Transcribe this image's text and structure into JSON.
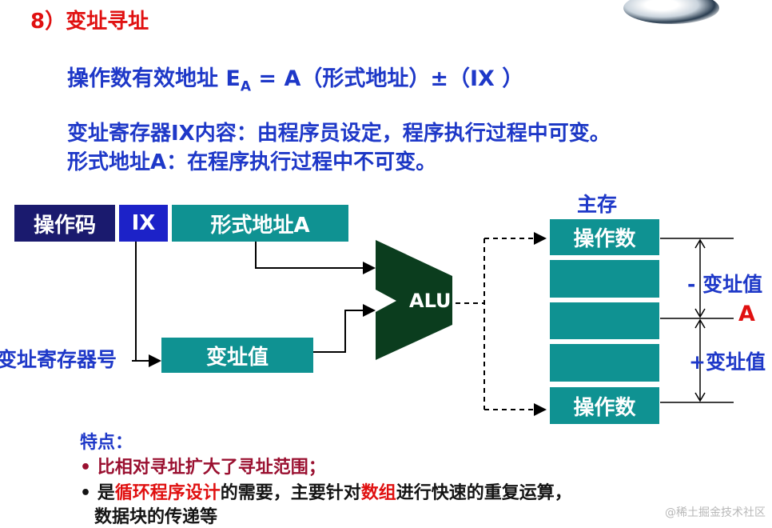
{
  "title": "8）变址寻址",
  "formula": {
    "prefix": "操作数有效地址 E",
    "subscript": "A",
    "suffix": " = A（形式地址）±（IX ）"
  },
  "desc1": {
    "part1": "变址寄存器IX内容：由程序员设定，程序执行过程中",
    "part2": "可变。"
  },
  "desc2": {
    "part1": "形式地址A：在程序执行过程中",
    "part2": "不可变。"
  },
  "diagram": {
    "opcode": "操作码",
    "ix": "IX",
    "formal_address": "形式地址A",
    "index_register_label": "变址寄存器号",
    "index_value": "变址值",
    "alu": "ALU",
    "memory_title": "主存",
    "memory_top": "操作数",
    "memory_bottom": "操作数",
    "minus_label": "- 变址值",
    "a_label": "A",
    "plus_label": "+变址值"
  },
  "features": {
    "heading": "特点：",
    "bullet1": "• 比相对寻址扩大了寻址范围；",
    "bullet2_a": "• 是",
    "bullet2_b": "循环程序设计",
    "bullet2_c": "的需要，主要针对",
    "bullet2_d": "数组",
    "bullet2_e": "进行快速的重复运算，",
    "bullet2_line2": "数据块的传递等"
  },
  "watermark": "@稀土掘金技术社区",
  "colors": {
    "navy": "#1a1a6e",
    "teal": "#0f9292",
    "royal": "#1c22c8",
    "alu": "#0b3d1e",
    "blue_text": "#1e38c8",
    "red_text": "#e01010"
  }
}
